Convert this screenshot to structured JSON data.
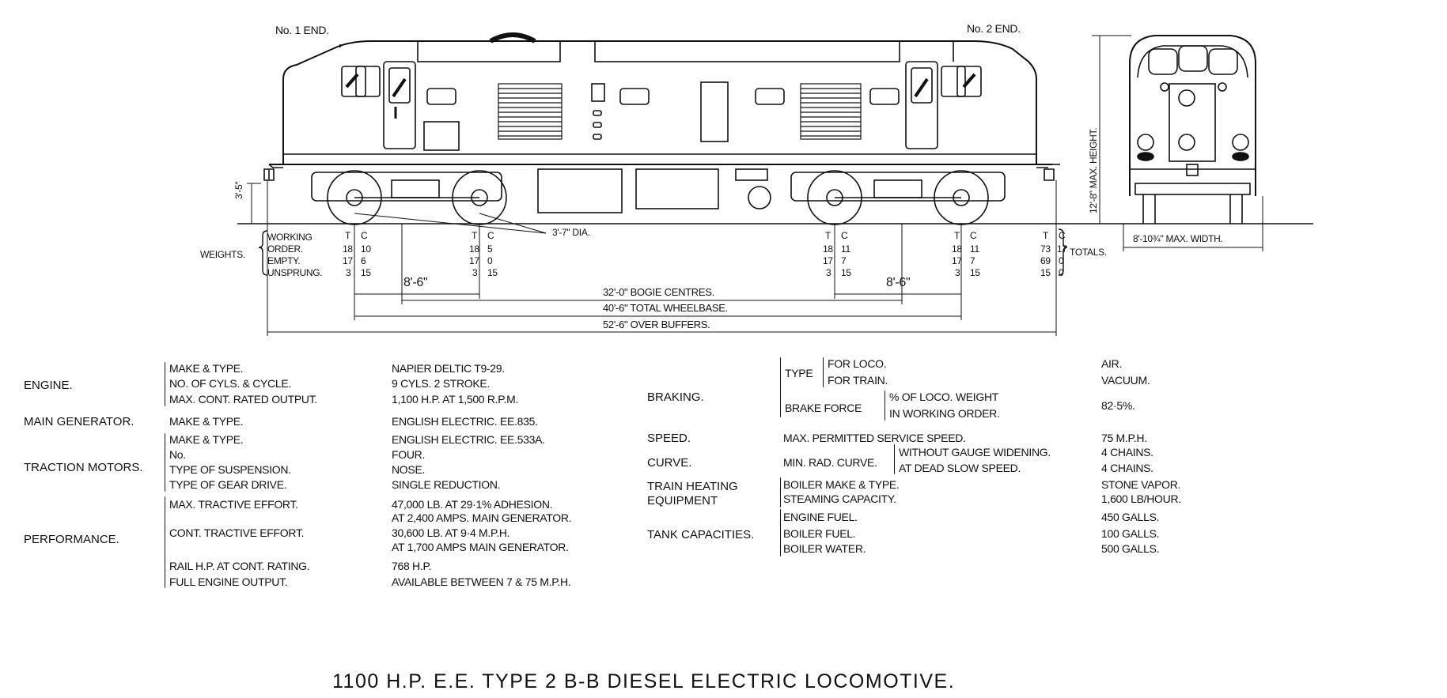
{
  "title": "1100 H.P. E.E. TYPE 2 B-B DIESEL ELECTRIC LOCOMOTIVE.",
  "drawing": {
    "end1_label": "No. 1 END.",
    "end2_label": "No. 2 END.",
    "wheel_dia": "3'-7\" DIA.",
    "height_buffer": "3'-5\"",
    "max_height": "12'-8\" MAX. HEIGHT.",
    "max_width": "8'-10¾\" MAX. WIDTH.",
    "bogie_wheelbase_1": "8'-6\"",
    "bogie_wheelbase_2": "8'-6\"",
    "bogie_centres": "32'-0\" BOGIE CENTRES.",
    "total_wheelbase": "40'-6\" TOTAL WHEELBASE.",
    "over_buffers": "52'-6\" OVER BUFFERS."
  },
  "weights": {
    "label": "WEIGHTS.",
    "rows": [
      "WORKING",
      "ORDER.",
      "EMPTY.",
      "UNSPRUNG."
    ],
    "totals_label": "TOTALS.",
    "col_heads": [
      "T",
      "C"
    ],
    "axles": [
      {
        "working": [
          "18",
          "10"
        ],
        "empty": [
          "17",
          "6"
        ],
        "unsprung": [
          "3",
          "15"
        ]
      },
      {
        "working": [
          "18",
          "5"
        ],
        "empty": [
          "17",
          "0"
        ],
        "unsprung": [
          "3",
          "15"
        ]
      },
      {
        "working": [
          "18",
          "11"
        ],
        "empty": [
          "17",
          "7"
        ],
        "unsprung": [
          "3",
          "15"
        ]
      },
      {
        "working": [
          "18",
          "11"
        ],
        "empty": [
          "17",
          "7"
        ],
        "unsprung": [
          "3",
          "15"
        ]
      }
    ],
    "totals": {
      "working": [
        "73",
        "17"
      ],
      "empty": [
        "69",
        "0"
      ],
      "unsprung": [
        "15",
        "0"
      ]
    }
  },
  "specs_left": [
    {
      "section": "ENGINE.",
      "items": [
        {
          "label": "MAKE & TYPE.",
          "value": "NAPIER DELTIC T9-29."
        },
        {
          "label": "No. OF CYLS. & CYCLE.",
          "value": "9 CYLS. 2 STROKE."
        },
        {
          "label": "MAX. CONT. RATED OUTPUT.",
          "value": "1,100 H.P. AT 1,500 R.P.M."
        }
      ]
    },
    {
      "section": "MAIN GENERATOR.",
      "items": [
        {
          "label": "MAKE & TYPE.",
          "value": "ENGLISH ELECTRIC. EE.835."
        }
      ]
    },
    {
      "section": "TRACTION MOTORS.",
      "items": [
        {
          "label": "MAKE & TYPE.",
          "value": "ENGLISH ELECTRIC. EE.533A."
        },
        {
          "label": "No.",
          "value": "FOUR."
        },
        {
          "label": "TYPE OF SUSPENSION.",
          "value": "NOSE."
        },
        {
          "label": "TYPE OF GEAR DRIVE.",
          "value": "SINGLE REDUCTION."
        }
      ]
    },
    {
      "section": "PERFORMANCE.",
      "items": [
        {
          "label": "MAX. TRACTIVE EFFORT.",
          "value": "47,000 LB. AT 29·1% ADHESION.",
          "value2": "AT 2,400 AMPS. MAIN GENERATOR."
        },
        {
          "label": "CONT. TRACTIVE EFFORT.",
          "value": "30,600 LB. AT 9·4 M.P.H.",
          "value2": "AT 1,700 AMPS MAIN GENERATOR."
        },
        {
          "label": "RAIL H.P. AT CONT. RATING.",
          "value": "768 H.P."
        },
        {
          "label": "FULL ENGINE OUTPUT.",
          "value": "AVAILABLE BETWEEN 7 & 75 M.P.H."
        }
      ]
    }
  ],
  "specs_right": {
    "braking": {
      "section": "BRAKING.",
      "type_label": "TYPE",
      "for_loco": "FOR LOCO.",
      "for_loco_value": "AIR.",
      "for_train": "FOR TRAIN.",
      "for_train_value": "VACUUM.",
      "brake_force": "BRAKE FORCE",
      "bf_line1": "% OF LOCO. WEIGHT",
      "bf_line2": "IN WORKING ORDER.",
      "bf_value": "82·5%."
    },
    "speed": {
      "section": "SPEED.",
      "label": "MAX. PERMITTED SERVICE SPEED.",
      "value": "75 M.P.H."
    },
    "curve": {
      "section": "CURVE.",
      "label": "MIN. RAD. CURVE.",
      "l1": "WITHOUT GAUGE WIDENING.",
      "v1": "4 CHAINS.",
      "l2": "AT DEAD SLOW SPEED.",
      "v2": "4 CHAINS."
    },
    "heating": {
      "section1": "TRAIN HEATING",
      "section2": "EQUIPMENT",
      "l1": "BOILER MAKE & TYPE.",
      "v1": "STONE VAPOR.",
      "l2": "STEAMING CAPACITY.",
      "v2": "1,600 LB/HOUR."
    },
    "tanks": {
      "section": "TANK CAPACITIES.",
      "l1": "ENGINE FUEL.",
      "v1": "450 GALLS.",
      "l2": "BOILER FUEL.",
      "v2": "100 GALLS.",
      "l3": "BOILER WATER.",
      "v3": "500 GALLS."
    }
  }
}
